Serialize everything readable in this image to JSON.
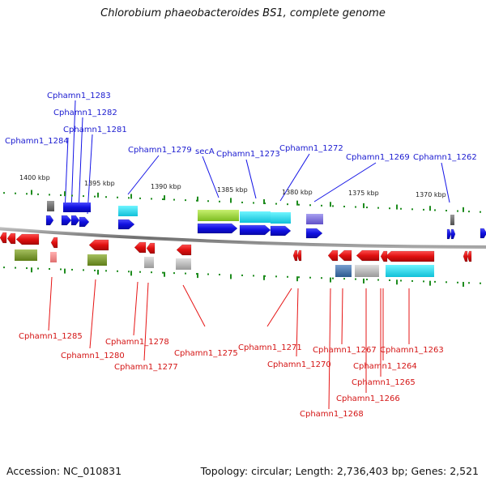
{
  "title": "Chlorobium phaeobacteroides BS1, complete genome",
  "footer": {
    "accession": "Accession: NC_010831",
    "topology": "Topology: circular; Length: 2,736,403 bp; Genes: 2,521"
  },
  "scale_labels": [
    "1400 kbp",
    "1395 kbp",
    "1390 kbp",
    "1385 kbp",
    "1380 kbp",
    "1375 kbp",
    "1370 kbp"
  ],
  "top_labels": [
    "Cphamn1_1283",
    "Cphamn1_1282",
    "Cphamn1_1281",
    "Cphamn1_1284",
    "Cphamn1_1279",
    "secA",
    "Cphamn1_1273",
    "Cphamn1_1272",
    "Cphamn1_1269",
    "Cphamn1_1262"
  ],
  "bottom_labels": [
    "Cphamn1_1285",
    "Cphamn1_1280",
    "Cphamn1_1278",
    "Cphamn1_1277",
    "Cphamn1_1275",
    "Cphamn1_1271",
    "Cphamn1_1270",
    "Cphamn1_1267",
    "Cphamn1_1263",
    "Cphamn1_1264",
    "Cphamn1_1265",
    "Cphamn1_1266",
    "Cphamn1_1268"
  ],
  "colors": {
    "forward": "#1414e6",
    "reverse": "#e61414",
    "tick": "#1e8c1e",
    "backbone": "#808080"
  }
}
